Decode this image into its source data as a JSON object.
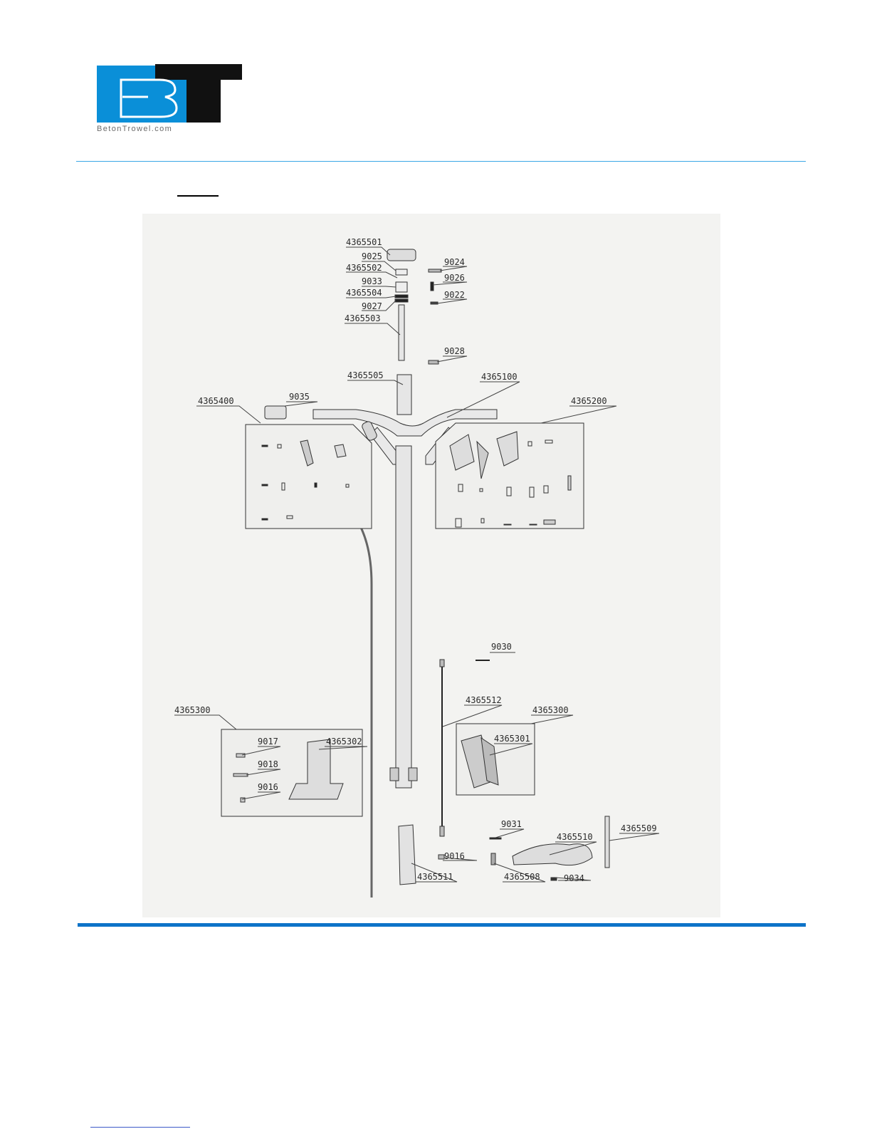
{
  "logo": {
    "text": "BetonTrowel.com",
    "colors": {
      "blue": "#0a8fd8",
      "black": "#111111"
    }
  },
  "diagram": {
    "labels": {
      "p4365501": "4365501",
      "p9025": "9025",
      "p4365502": "4365502",
      "p9033": "9033",
      "p4365504": "4365504",
      "p9027": "9027",
      "p4365503": "4365503",
      "p9024": "9024",
      "p9026": "9026",
      "p9022": "9022",
      "p9028": "9028",
      "p4365505": "4365505",
      "p4365100": "4365100",
      "p9035": "9035",
      "p4365400": "4365400",
      "p4365200": "4365200",
      "p9030": "9030",
      "p4365512": "4365512",
      "p4365300_right": "4365300",
      "p4365301": "4365301",
      "p4365300_left": "4365300",
      "p9017": "9017",
      "p4365302": "4365302",
      "p9018": "9018",
      "p9016_left": "9016",
      "p9031": "9031",
      "p4365510": "4365510",
      "p4365509": "4365509",
      "p9016_mid": "9016",
      "p4365511": "4365511",
      "p4365508": "4365508",
      "p9034": "9034"
    }
  },
  "colors": {
    "top_rule": "#3aa7e6",
    "bottom_rule": "#0d73c8",
    "link": "#3b58c8"
  }
}
